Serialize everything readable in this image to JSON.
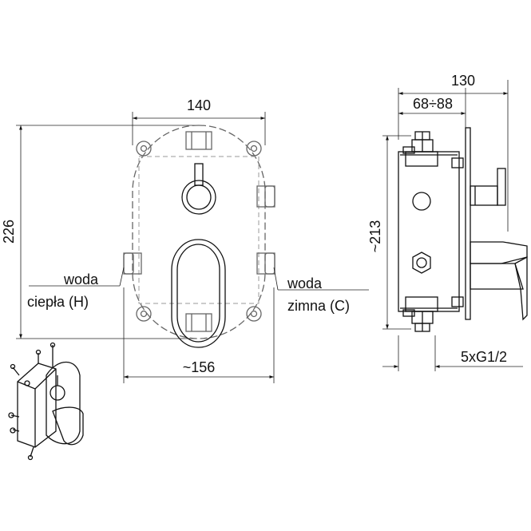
{
  "dimensions": {
    "front_width": "140",
    "front_height": "226",
    "plate_width": "~156",
    "side_total": "130",
    "side_range": "68÷88",
    "side_height": "~213",
    "connections": "5xG1/2"
  },
  "labels": {
    "hot_line1": "woda",
    "hot_line2": "ciepła (H)",
    "cold_line1": "woda",
    "cold_line2": "zimna (C)"
  },
  "colors": {
    "line": "#111111",
    "hidden": "#666666"
  }
}
